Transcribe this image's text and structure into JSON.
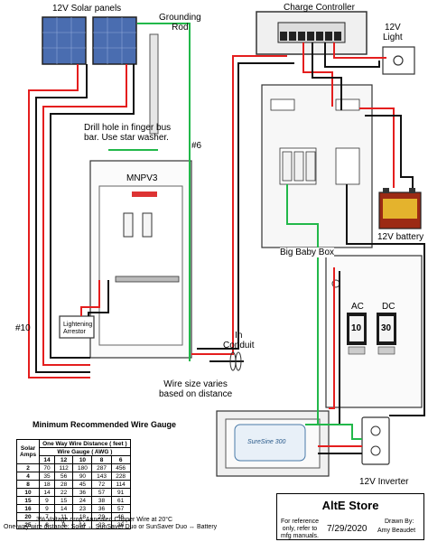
{
  "labels": {
    "solar_panels": "12V Solar panels",
    "grounding_rod": "Grounding\nRod",
    "charge_controller": "Charge Controller",
    "light_12v": "12V\nLight",
    "drill_note": "Drill hole in finger bus\nbar. Use star washer.",
    "mnpv3": "MNPV3",
    "wire6": "#6",
    "wire10": "#10",
    "lightning": "Lightening\nArrestor",
    "battery": "12V battery",
    "big_baby_box": "Big Baby Box",
    "ac": "AC",
    "dc": "DC",
    "breaker_ac": "10",
    "breaker_dc": "30",
    "in_conduit": "In\nConduit",
    "wire_size": "Wire size varies\nbased on distance",
    "inverter": "12V Inverter",
    "inverter_brand": "SureSine 300"
  },
  "wire_table": {
    "title": "Minimum Recommended Wire Gauge",
    "header_distance": "One Way Wire Distance ( feet )",
    "header_gauge": "Wire Gauge ( AWG )",
    "amps_header": "Solar\nAmps",
    "gauges": [
      "14",
      "12",
      "10",
      "8",
      "6"
    ],
    "rows": [
      {
        "amps": "2",
        "vals": [
          "70",
          "112",
          "180",
          "287",
          "456"
        ]
      },
      {
        "amps": "4",
        "vals": [
          "35",
          "56",
          "90",
          "143",
          "228"
        ]
      },
      {
        "amps": "8",
        "vals": [
          "18",
          "28",
          "45",
          "72",
          "114"
        ]
      },
      {
        "amps": "10",
        "vals": [
          "14",
          "22",
          "36",
          "57",
          "91"
        ]
      },
      {
        "amps": "15",
        "vals": [
          "9",
          "15",
          "24",
          "38",
          "61"
        ]
      },
      {
        "amps": "16",
        "vals": [
          "9",
          "14",
          "23",
          "36",
          "57"
        ]
      },
      {
        "amps": "20",
        "vals": [
          "7",
          "11",
          "18",
          "29",
          "46"
        ]
      },
      {
        "amps": "25",
        "vals": [
          "6",
          "9",
          "14",
          "23",
          "36"
        ]
      }
    ],
    "footnote1": "3% Voltage drop, Annealed Copper Wire at 20°C",
    "footnote2": "One-way wire distance: Solar ↔ SunSaver Duo or SunSaver Duo ↔ Battery"
  },
  "title_block": {
    "company": "AltE Store",
    "note": "For reference\nonly, refer to\nmfg manuals.",
    "date": "7/29/2020",
    "drawn_by_label": "Drawn By:",
    "drawn_by": "Amy Beaudet"
  },
  "colors": {
    "red_wire": "#e41e1e",
    "black_wire": "#111111",
    "green_wire": "#22b84a",
    "battery_body": "#9c2a14"
  }
}
